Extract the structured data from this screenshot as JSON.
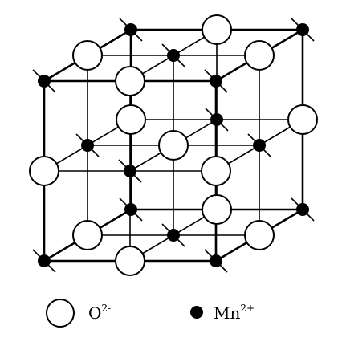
{
  "figure": {
    "legend": [
      {
        "symbol": "open-circle",
        "label": "O",
        "charge": "2-"
      },
      {
        "symbol": "filled-dot",
        "label": "Mn",
        "charge": "2+"
      }
    ],
    "colors": {
      "ink": "#000000",
      "paper": "#ffffff"
    }
  }
}
